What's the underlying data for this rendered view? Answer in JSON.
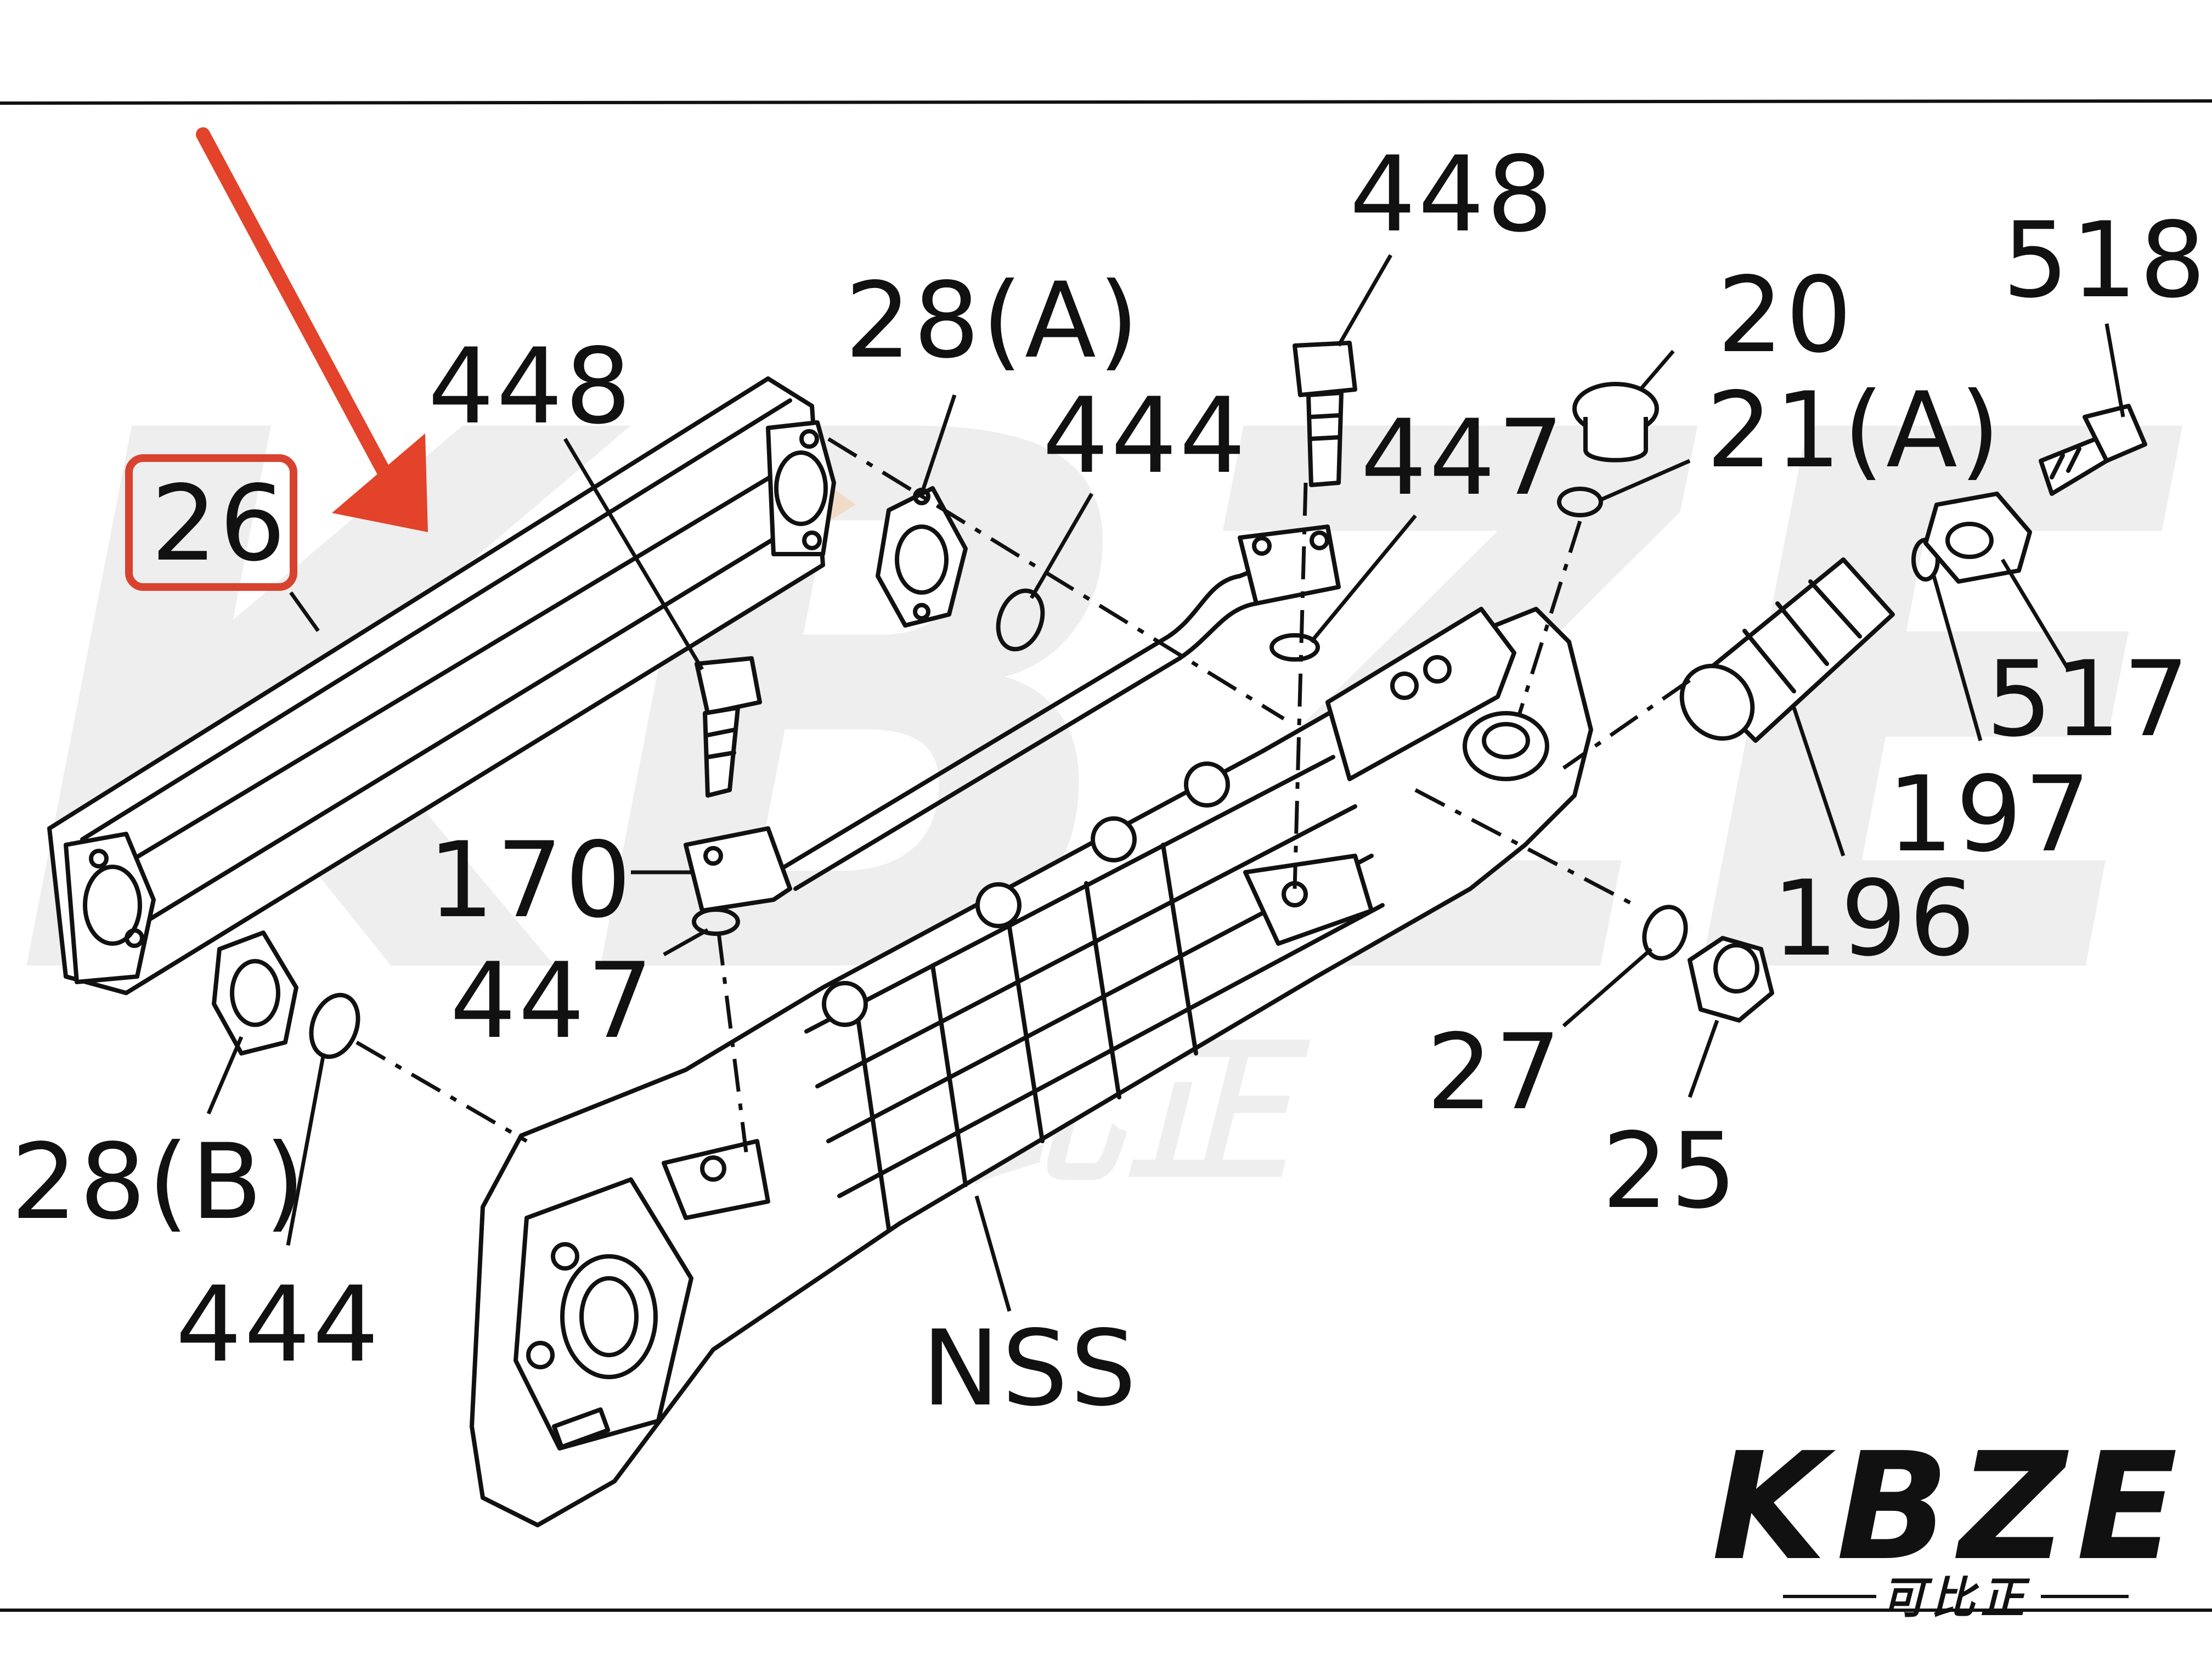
{
  "diagram": {
    "callouts": {
      "c26": "26",
      "c448_a": "448",
      "c448_b": "448",
      "c28a": "28(A)",
      "c444_a": "444",
      "c447_a": "447",
      "c20": "20",
      "c21a": "21(A)",
      "c518": "518",
      "c517": "517",
      "c197": "197",
      "c196": "196",
      "c170": "170",
      "c447_b": "447",
      "c27": "27",
      "c25": "25",
      "c28b": "28(B)",
      "c444_b": "444",
      "cNSS": "NSS"
    },
    "highlight_color": "#d8432f",
    "arrow_color": "#e2432a"
  },
  "watermark": {
    "large_text": "KBZE",
    "mid_text": "可比正"
  },
  "brand": {
    "logo_text": "KBZE",
    "logo_subtext": "可比正"
  }
}
